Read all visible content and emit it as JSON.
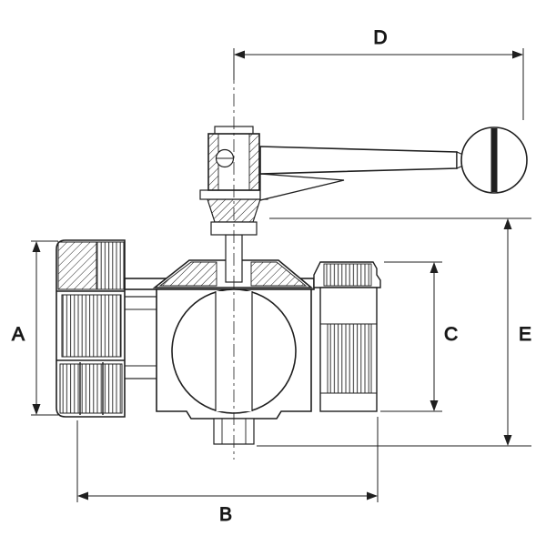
{
  "drawing": {
    "subject": "ball-valve-cross-section-with-lever-handle",
    "background": "#ffffff",
    "line_color": "#1f1f1f",
    "dimension_labels": {
      "A": "A",
      "B": "B",
      "C": "C",
      "D": "D",
      "E": "E"
    }
  }
}
